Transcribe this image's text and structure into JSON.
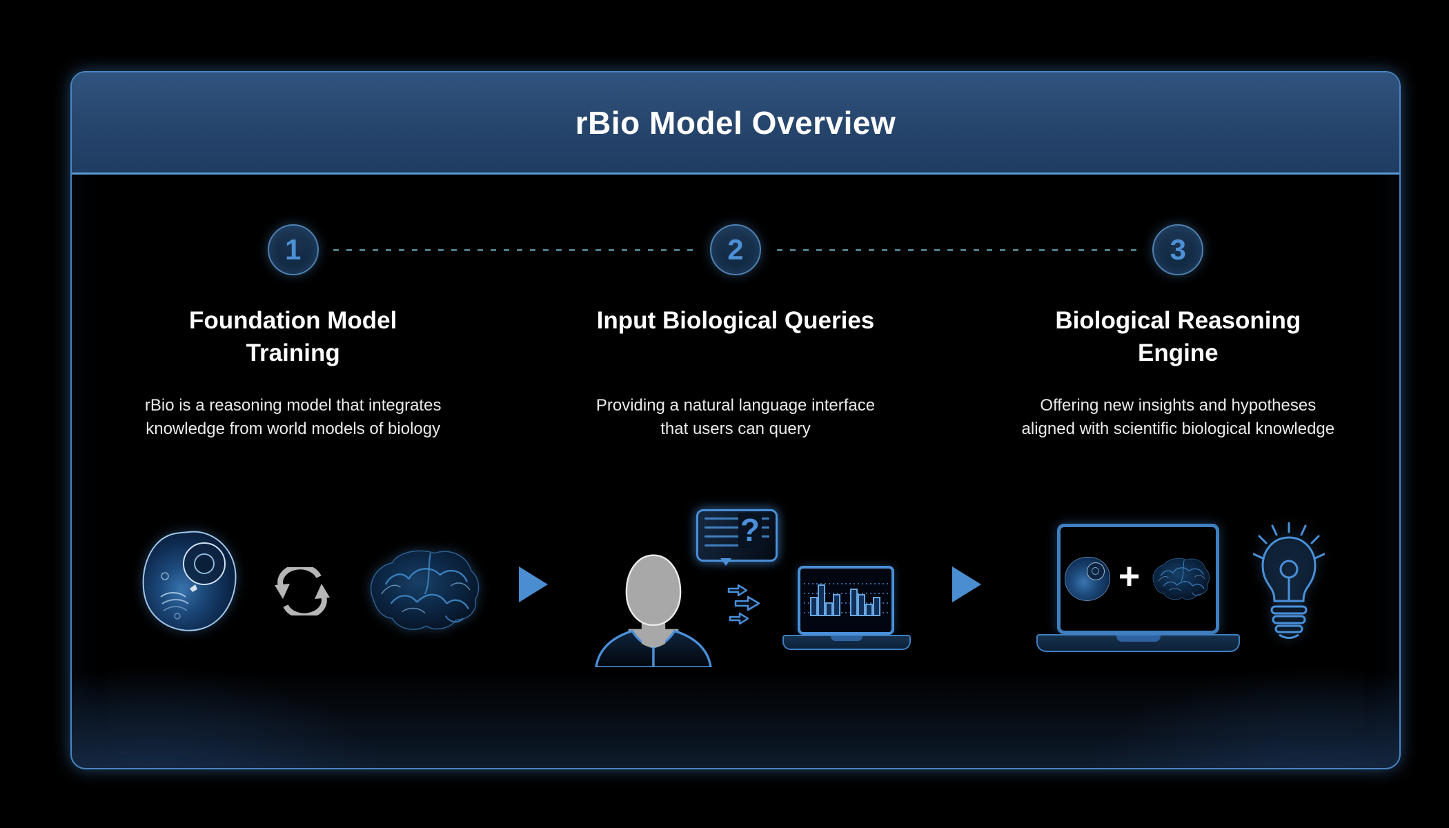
{
  "header": {
    "title": "rBio Model Overview"
  },
  "steps": [
    {
      "number": "1",
      "title": "Foundation Model\nTraining",
      "description": "rBio is a reasoning model that integrates\nknowledge from world models of biology"
    },
    {
      "number": "2",
      "title": "Input Biological Queries",
      "description": "Providing a natural language interface\nthat users can query"
    },
    {
      "number": "3",
      "title": "Biological Reasoning\nEngine",
      "description": "Offering new insights and hypotheses\naligned with scientific biological knowledge"
    }
  ],
  "illustrations": {
    "question_mark": "?",
    "plus_sign": "+",
    "step1_icons": [
      "cell-image",
      "sync-arrows-icon",
      "brain-image",
      "flow-arrow-icon"
    ],
    "step2_icons": [
      "person-avatar",
      "question-bubble",
      "query-arrows-icon",
      "laptop-chart-icon",
      "flow-arrow-icon"
    ],
    "step3_icons": [
      "laptop-cell-plus-brain-icon",
      "lightbulb-icon"
    ]
  },
  "colors": {
    "background": "#000000",
    "accent": "#4a90d9",
    "panel_border": "#4a86c4",
    "header_top": "#30547f",
    "header_bottom": "#1f3c62",
    "header_border": "#5b9bd5",
    "connector": "#4d7e8c",
    "circle_number": "#4e90d6",
    "triangle": "#4a8ed1",
    "sync_gray": "#b6b6b6"
  }
}
